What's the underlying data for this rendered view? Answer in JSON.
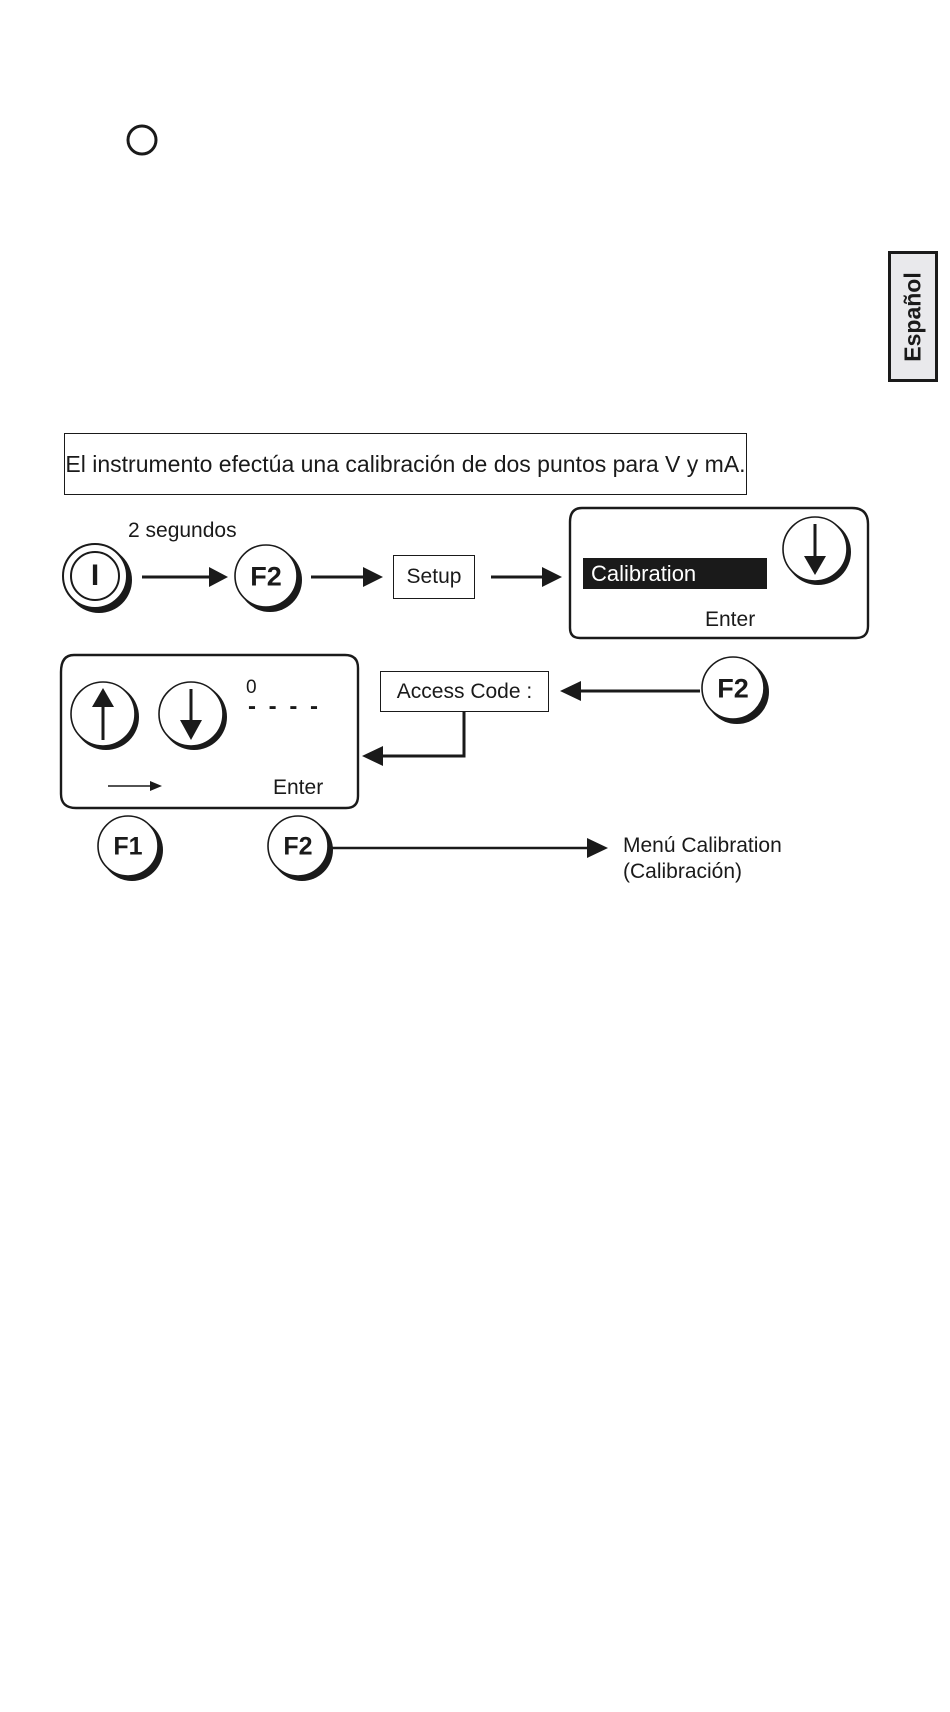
{
  "language_tab": {
    "label": "Español"
  },
  "intro": {
    "text": "El instrumento efectúa una calibración de dos puntos para V y mA."
  },
  "step1": {
    "hold_label": "2 segundos",
    "power_key": "I",
    "f2_key": "F2",
    "setup_label": "Setup"
  },
  "screen1": {
    "highlighted_item": "Calibration",
    "softkey_right": "Enter",
    "icon": "down-arrow-icon"
  },
  "step2": {
    "access_code_label": "Access Code :",
    "f2_key": "F2"
  },
  "screen2": {
    "digit": "0",
    "dashes": "- - - -",
    "softkey_right": "Enter",
    "icons": [
      "up-arrow-icon",
      "down-arrow-icon",
      "right-arrow-icon"
    ]
  },
  "step3": {
    "f1_key": "F1",
    "f2_key": "F2",
    "result_line1": "Menú Calibration",
    "result_line2": "(Calibración)"
  }
}
